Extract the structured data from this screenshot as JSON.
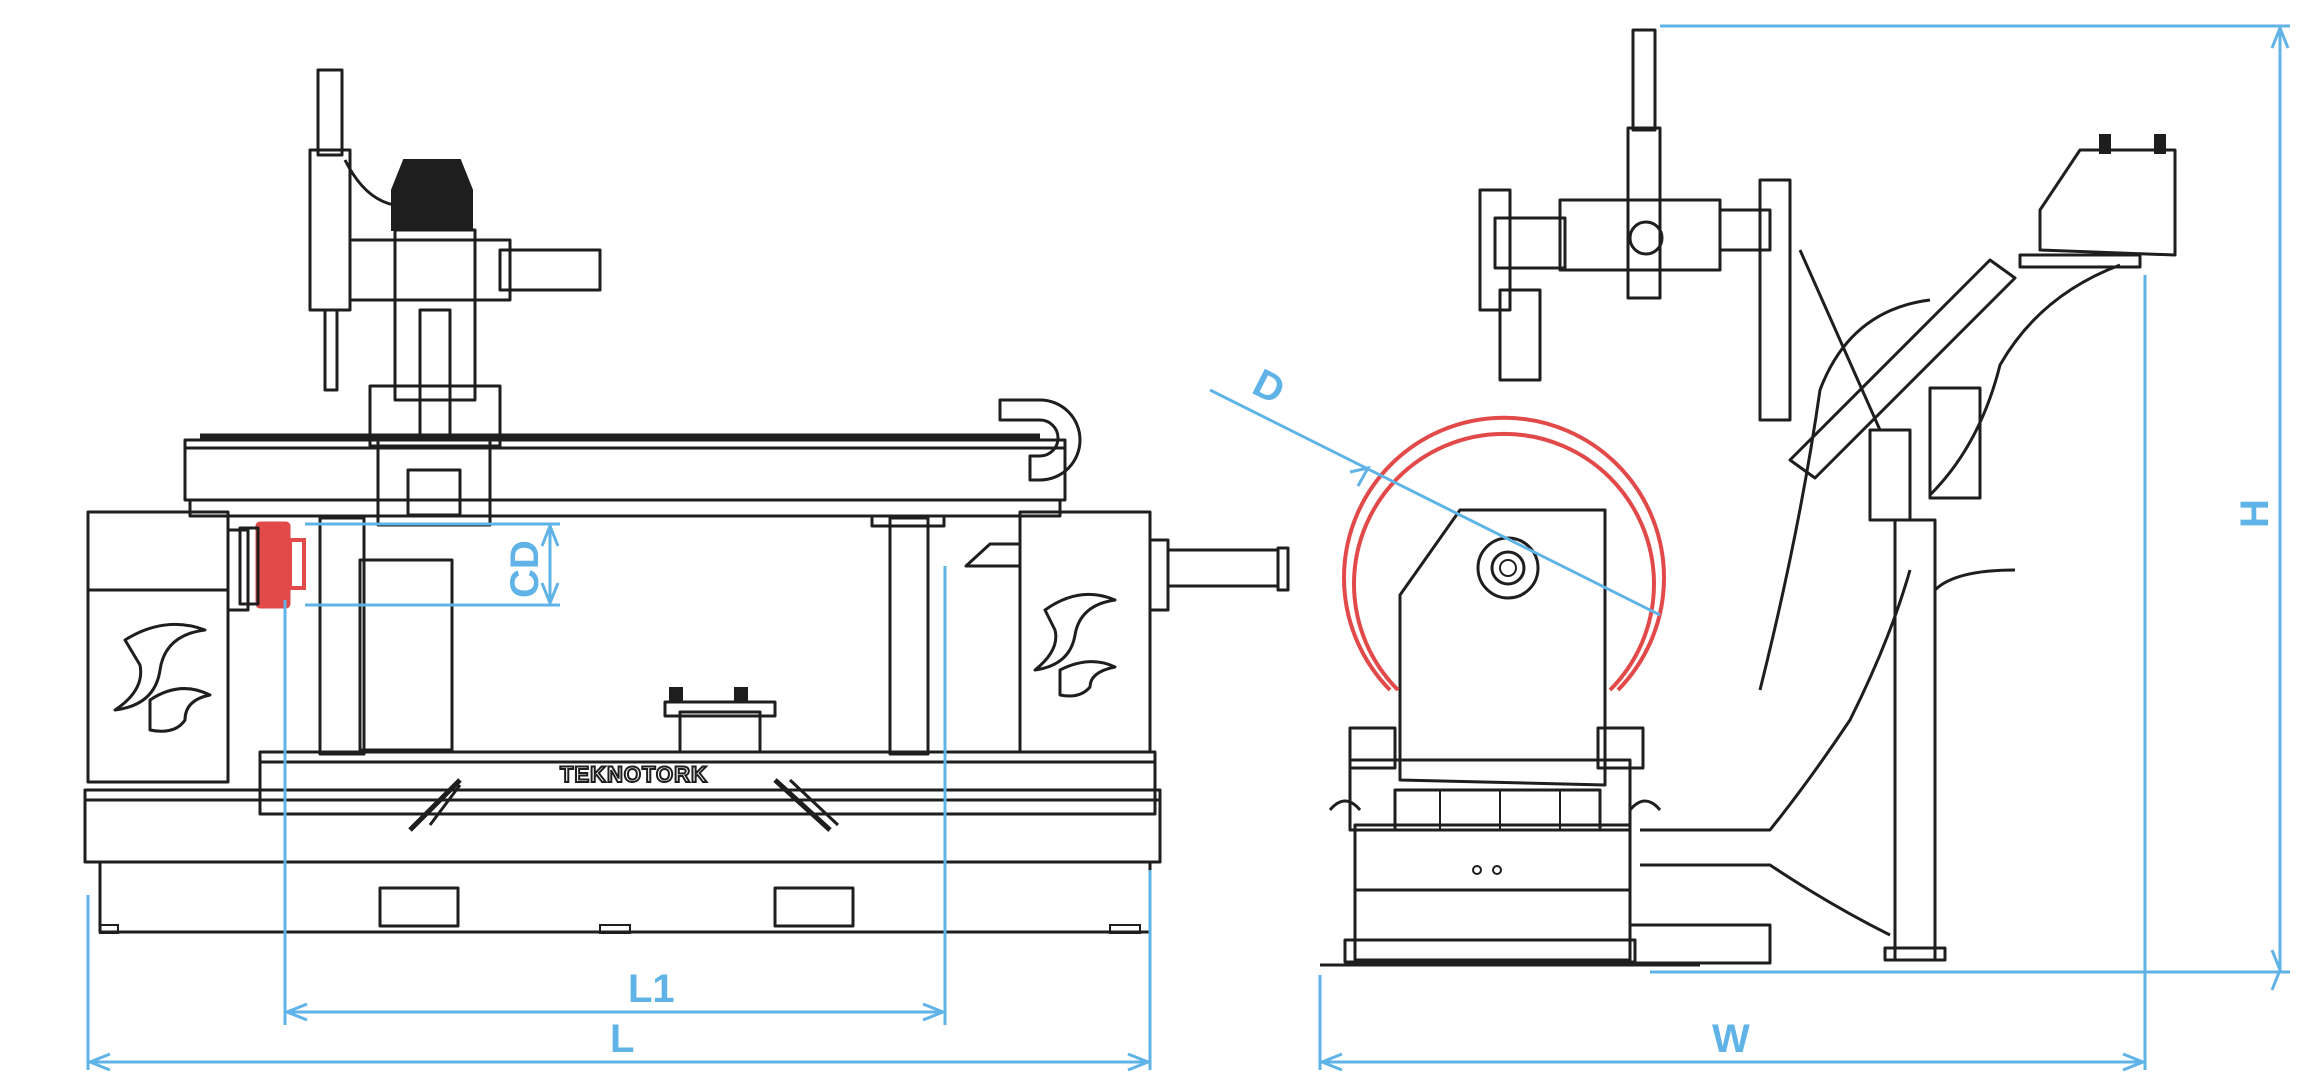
{
  "diagram": {
    "colors": {
      "line": "#1e1e1e",
      "dimension": "#5fb3e6",
      "highlight": "#e24a4a",
      "background": "#ffffff"
    },
    "brand_label": "TEKNOTORK",
    "dimension_labels": {
      "overall_length": "L",
      "center_length": "L1",
      "center_distance": "CD",
      "diameter": "D",
      "width": "W",
      "height": "H"
    }
  }
}
